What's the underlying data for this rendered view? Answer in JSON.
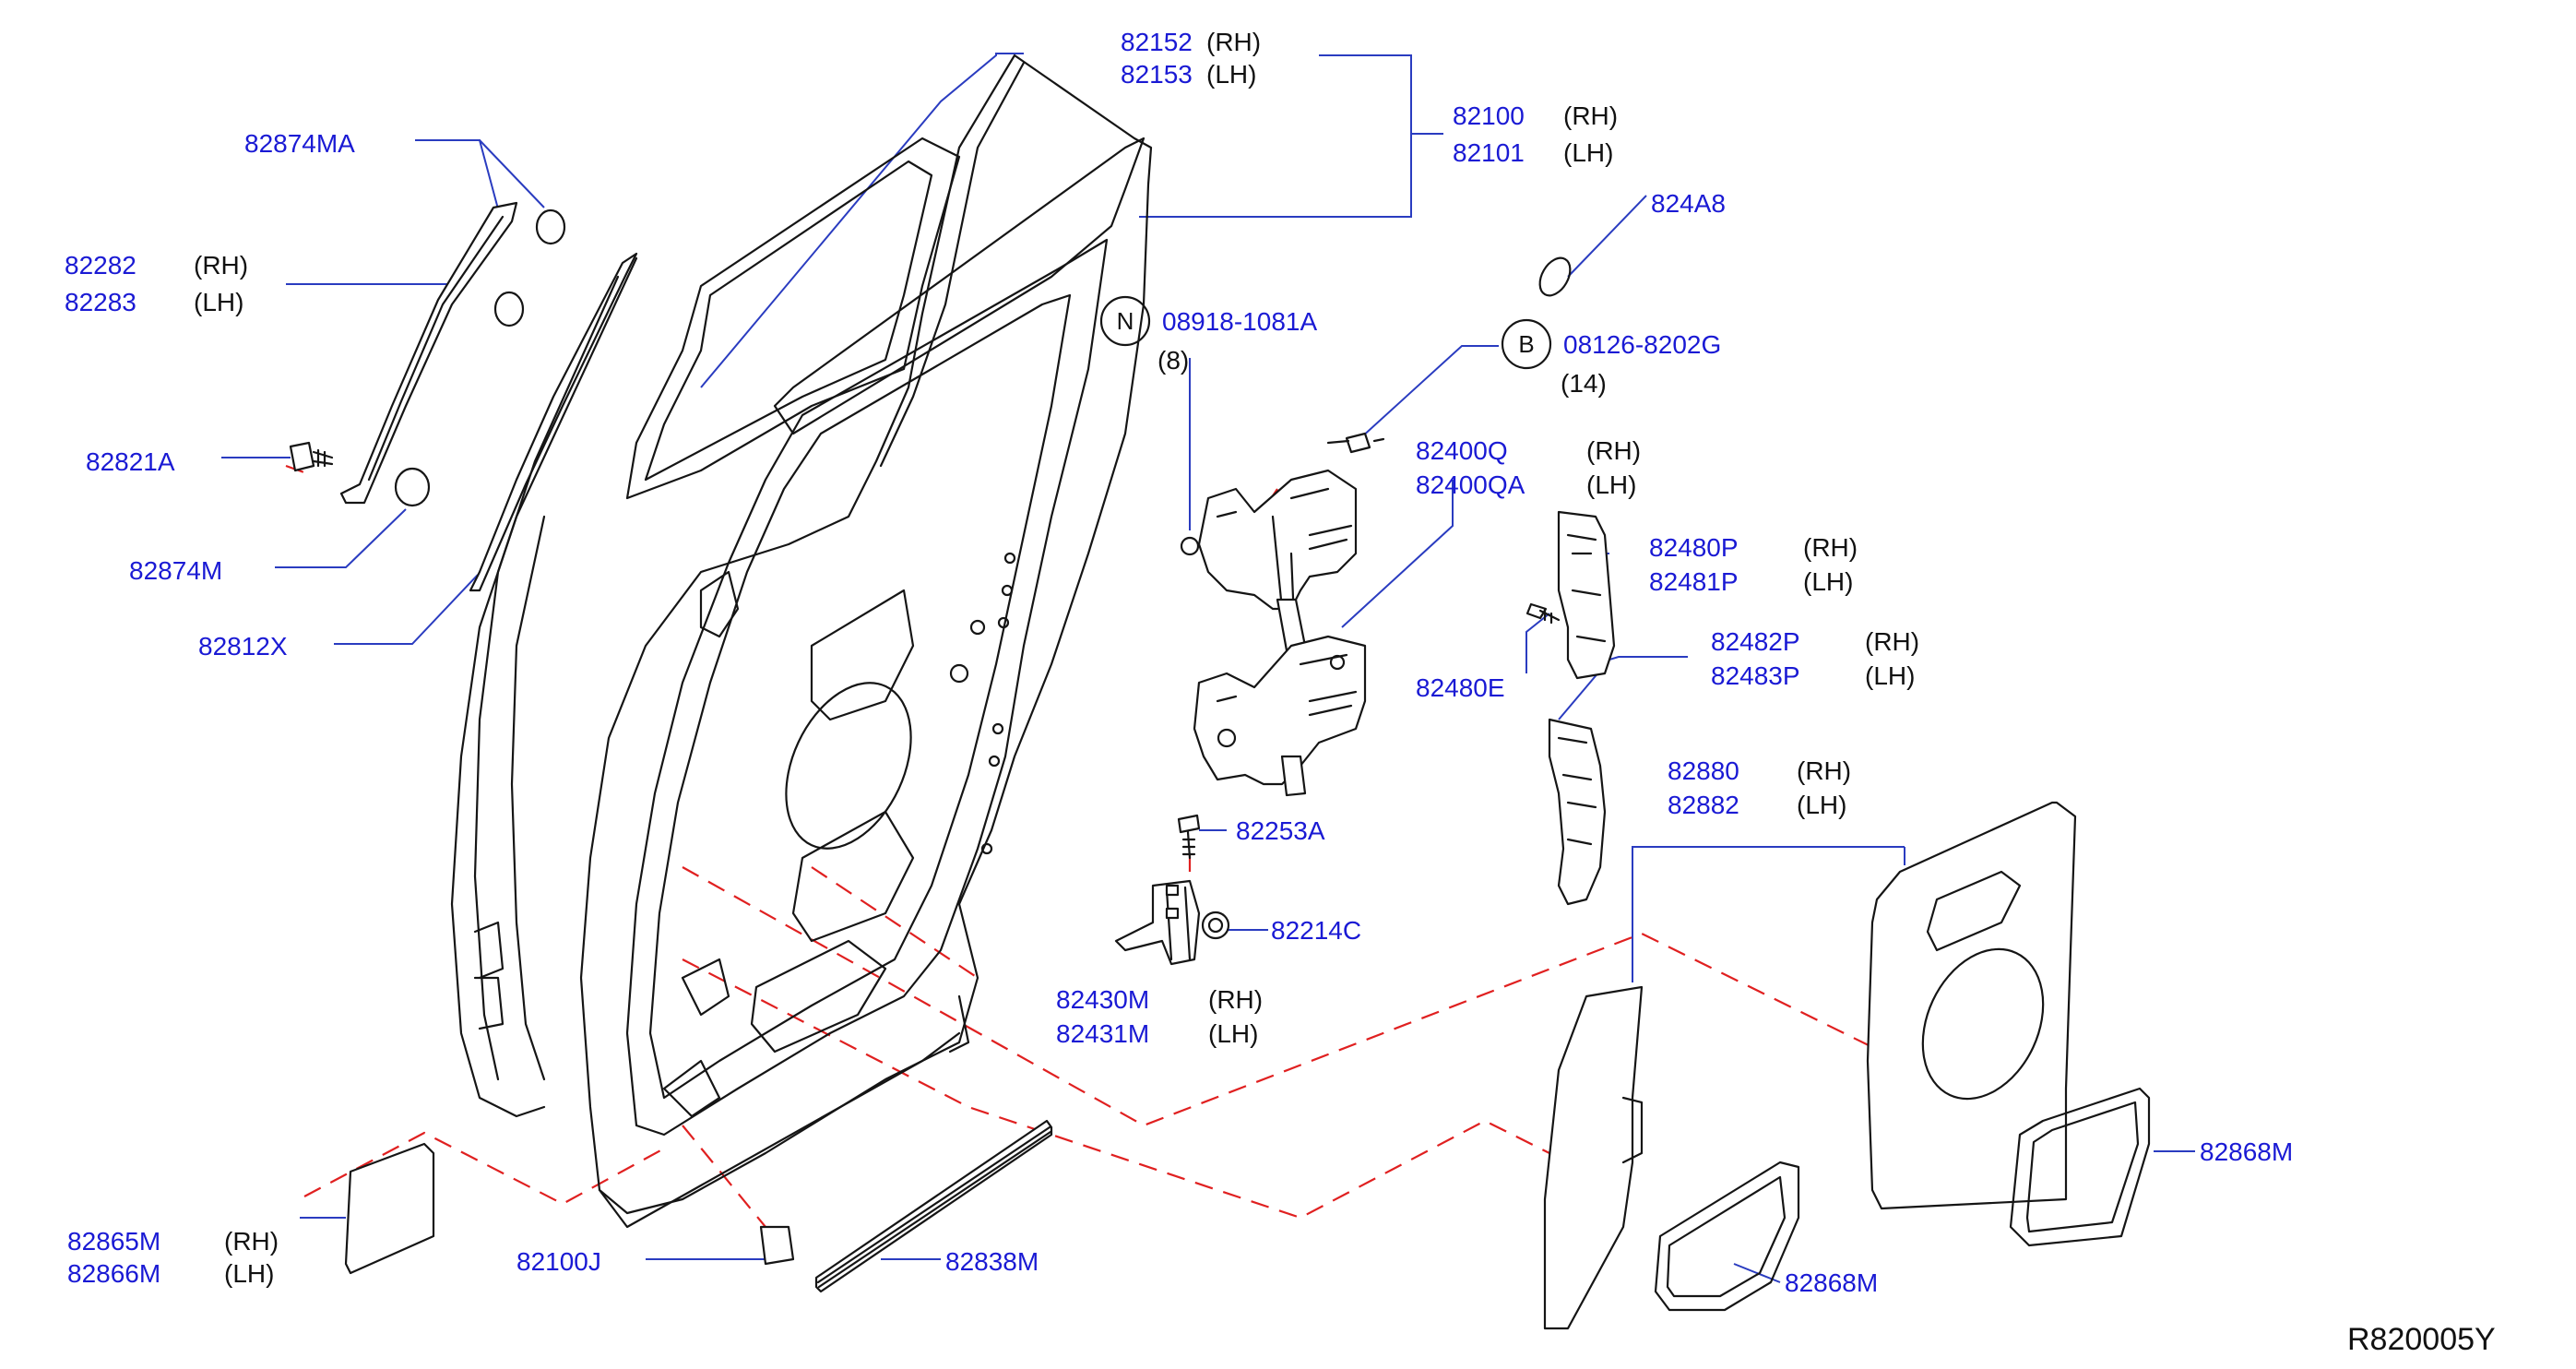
{
  "diagram": {
    "reference_code": "R820005Y",
    "labels": {
      "p82152": "82152",
      "p82152_side": "(RH)",
      "p82153": "82153",
      "p82153_side": "(LH)",
      "p82100": "82100",
      "p82100_side": "(RH)",
      "p82101": "82101",
      "p82101_side": "(LH)",
      "p824A8": "824A8",
      "p82874MA": "82874MA",
      "p82282": "82282",
      "p82282_side": "(RH)",
      "p82283": "82283",
      "p82283_side": "(LH)",
      "p82821A": "82821A",
      "p82874M": "82874M",
      "p82812X": "82812X",
      "n_circle": "N",
      "p08918": "08918-1081A",
      "q08918": "(8)",
      "b_circle": "B",
      "p08126": "08126-8202G",
      "q08126": "(14)",
      "p82400Q": "82400Q",
      "p82400Q_side": "(RH)",
      "p82400QA": "82400QA",
      "p82400QA_side": "(LH)",
      "p82480P": "82480P",
      "p82480P_side": "(RH)",
      "p82481P": "82481P",
      "p82481P_side": "(LH)",
      "p82480E": "82480E",
      "p82482P": "82482P",
      "p82482P_side": "(RH)",
      "p82483P": "82483P",
      "p82483P_side": "(LH)",
      "p82880": "82880",
      "p82880_side": "(RH)",
      "p82882": "82882",
      "p82882_side": "(LH)",
      "p82253A": "82253A",
      "p82214C": "82214C",
      "p82430M": "82430M",
      "p82430M_side": "(RH)",
      "p82431M": "82431M",
      "p82431M_side": "(LH)",
      "p82868M_a": "82868M",
      "p82868M_b": "82868M",
      "p82865M": "82865M",
      "p82865M_side": "(RH)",
      "p82866M": "82866M",
      "p82866M_side": "(LH)",
      "p82100J": "82100J",
      "p82838M": "82838M"
    }
  }
}
